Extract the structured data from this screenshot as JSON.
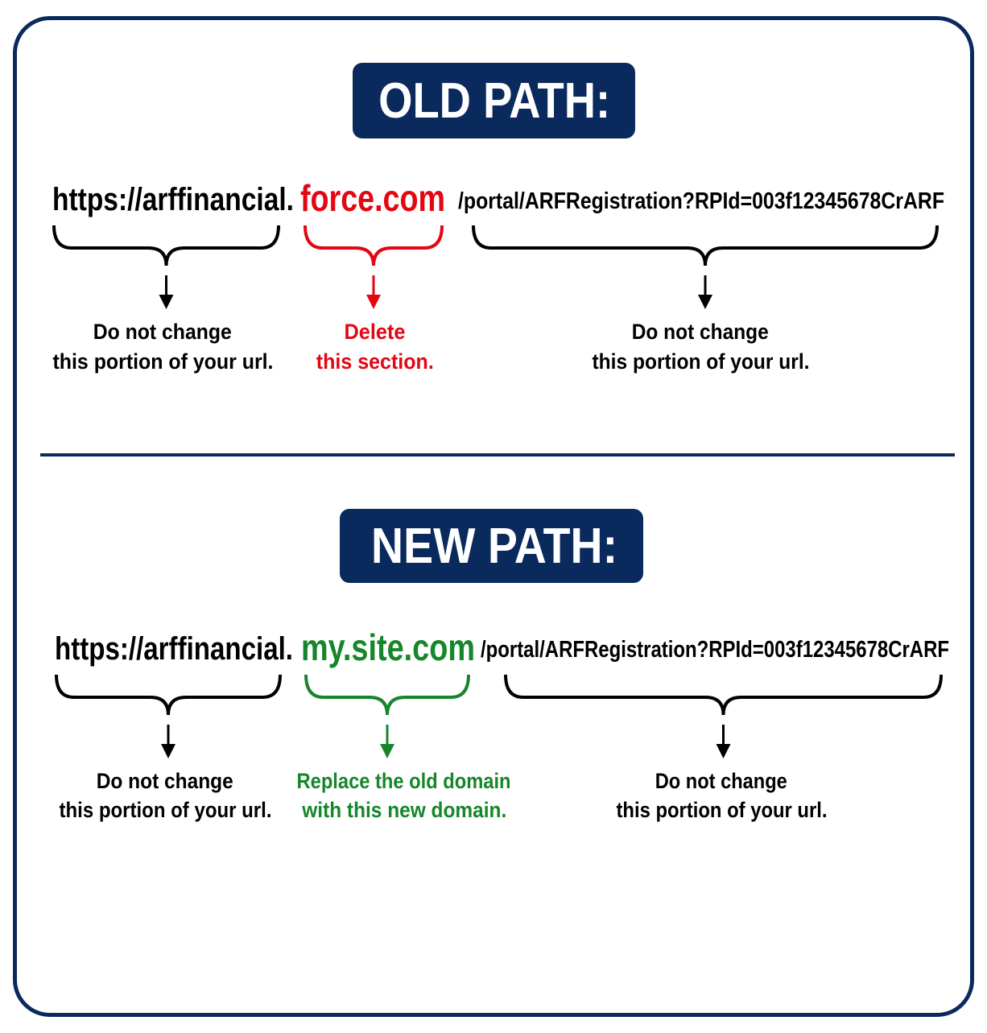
{
  "colors": {
    "navy": "#0a2a5e",
    "red": "#e30613",
    "green": "#15862a",
    "black": "#000000"
  },
  "old_path": {
    "title": "OLD PATH:",
    "url_prefix": "https://arffinancial.",
    "url_domain": "force.com",
    "url_path": "/portal/ARFRegistration?RPId=003f12345678CrARF",
    "labels": {
      "left": [
        "Do not change",
        "this portion of your url."
      ],
      "middle": [
        "Delete",
        "this section."
      ],
      "right": [
        "Do not change",
        "this portion of your url."
      ]
    }
  },
  "new_path": {
    "title": "NEW PATH:",
    "url_prefix": "https://arffinancial.",
    "url_domain": "my.site.com",
    "url_path": "/portal/ARFRegistration?RPId=003f12345678CrARF",
    "labels": {
      "left": [
        "Do not change",
        "this portion of your url."
      ],
      "middle": [
        "Replace the old domain",
        "with this new domain."
      ],
      "right": [
        "Do not change",
        "this portion of your url."
      ]
    }
  }
}
